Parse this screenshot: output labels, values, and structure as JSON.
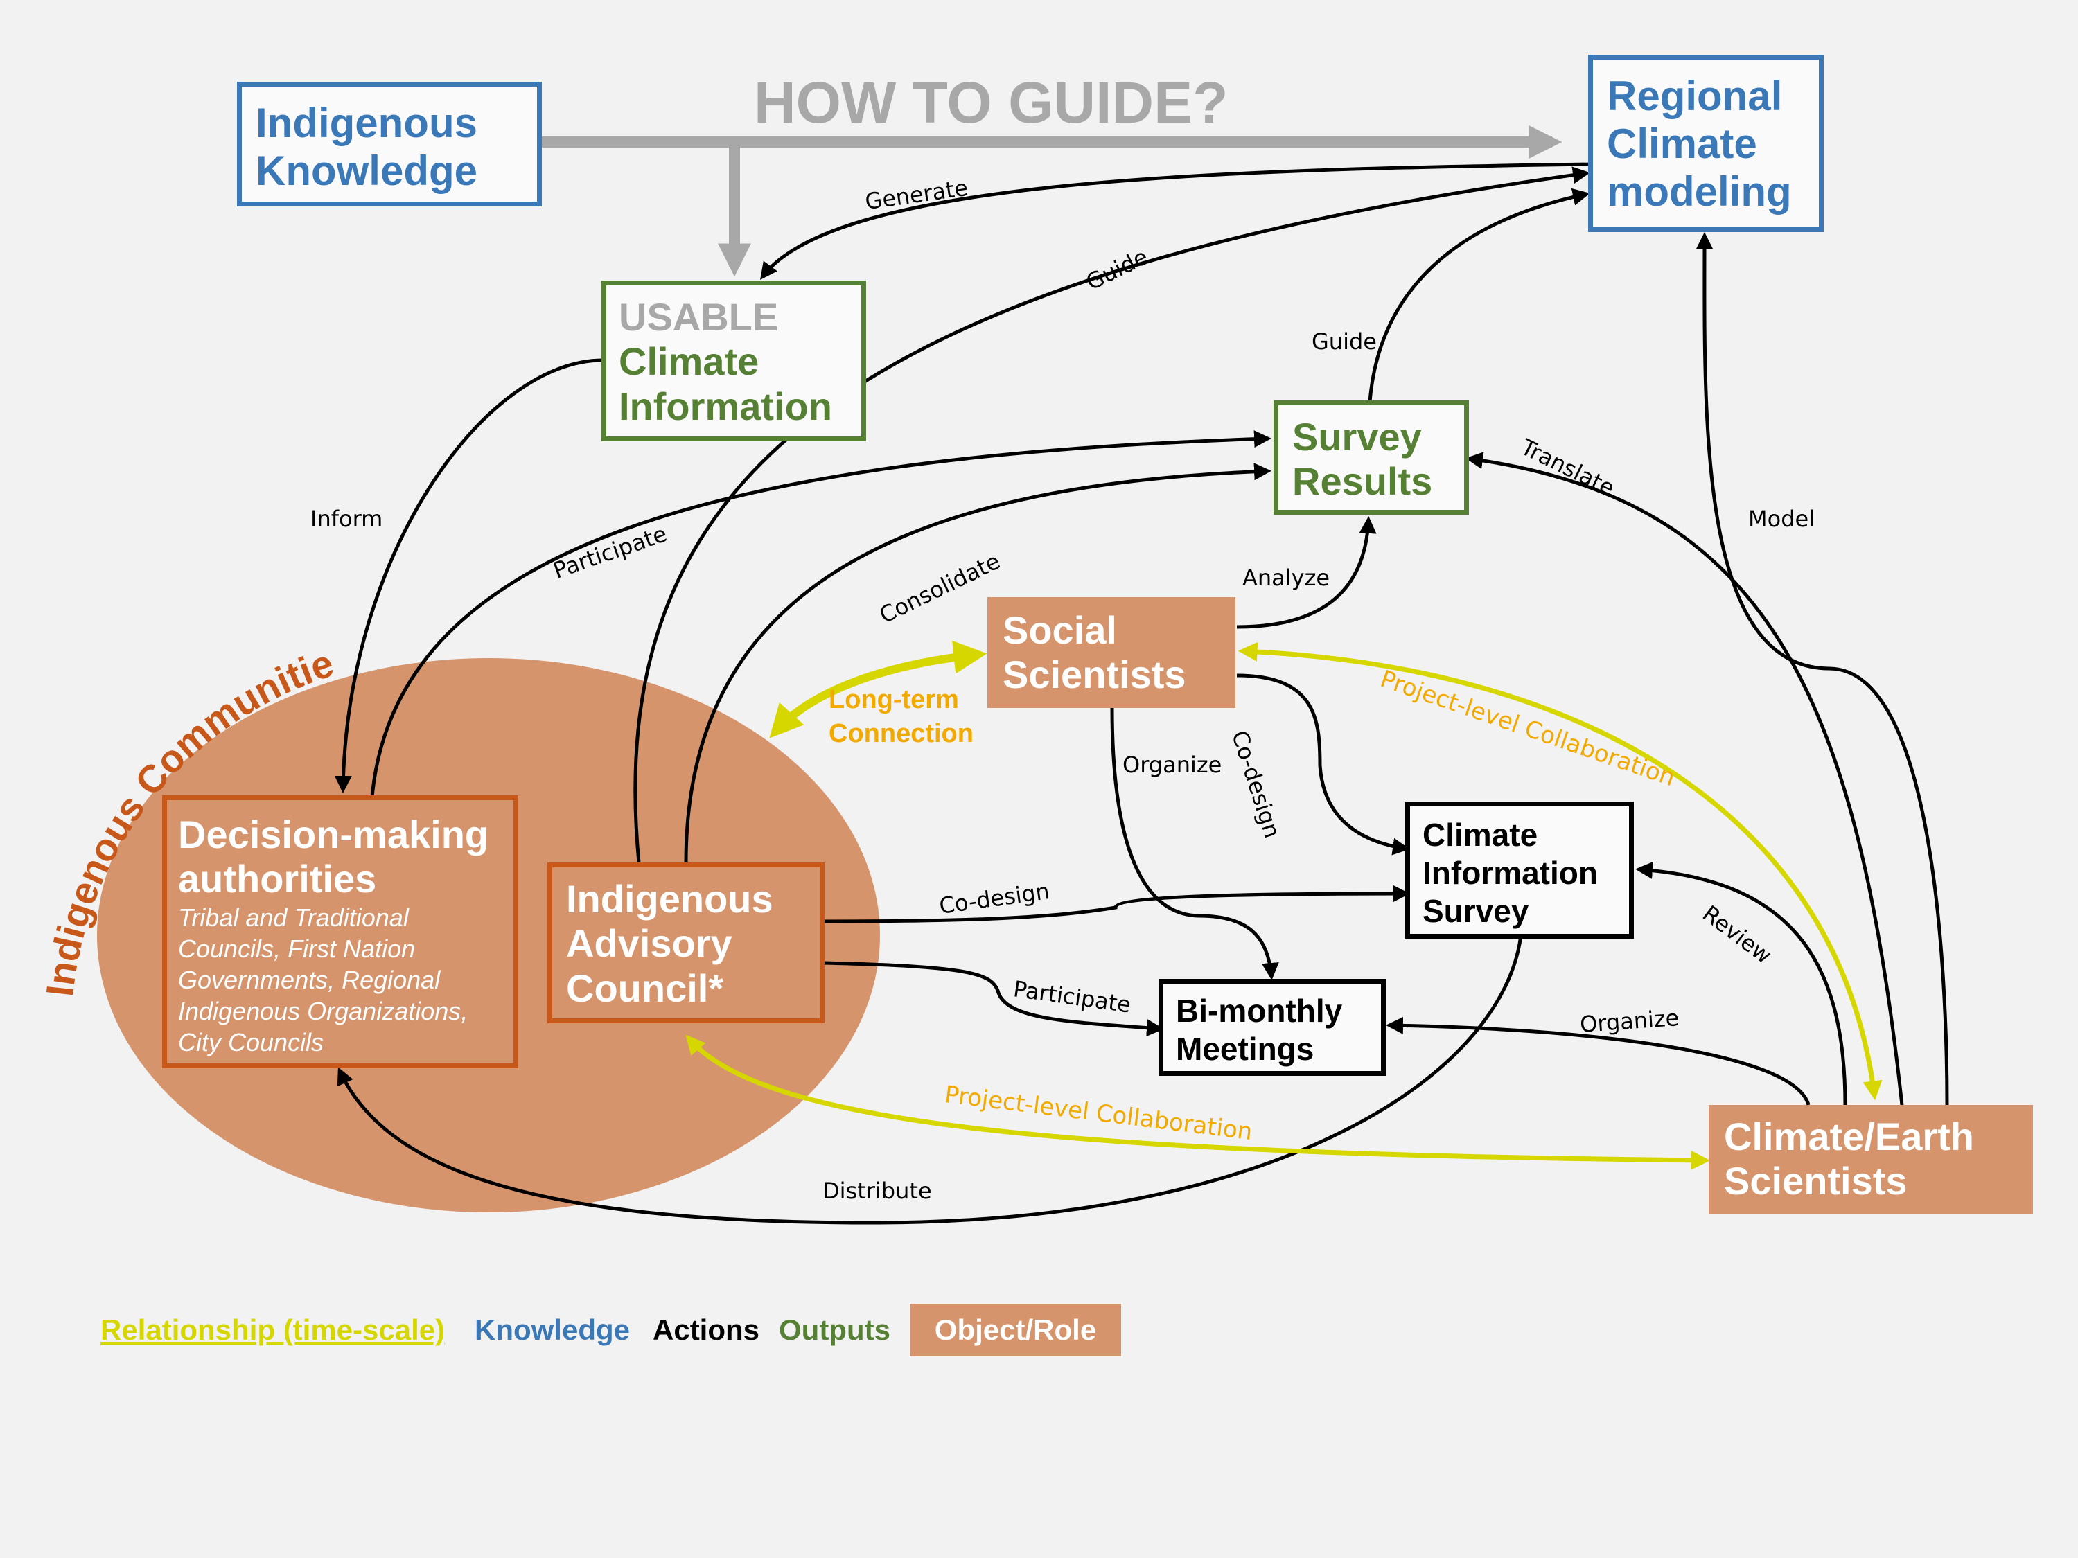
{
  "colors": {
    "knowledge": "#3a78b8",
    "outputs": "#568134",
    "actions": "#000000",
    "object_role": "#d5946b",
    "relationship": "#d6d600",
    "relationship_label": "#f2a900",
    "community": "#c7581a",
    "guide_arrow": "#a8a8a8"
  },
  "title": "HOW TO GUIDE?",
  "community_label": "Indigenous Communities",
  "nodes": {
    "indigenous_knowledge": [
      "Indigenous",
      "Knowledge"
    ],
    "regional_climate_modeling": [
      "Regional",
      "Climate",
      "modeling"
    ],
    "usable_climate_information": {
      "prefix": "USABLE",
      "lines": [
        "Climate",
        "Information"
      ]
    },
    "survey_results": [
      "Survey",
      "Results"
    ],
    "social_scientists": [
      "Social",
      "Scientists"
    ],
    "decision_making": {
      "lines": [
        "Decision-making",
        "authorities"
      ],
      "details": [
        "Tribal and Traditional",
        "Councils, First Nation",
        "Governments, Regional",
        "Indigenous Organizations,",
        "City Councils"
      ]
    },
    "indigenous_advisory_council": [
      "Indigenous",
      "Advisory",
      "Council*"
    ],
    "climate_information_survey": [
      "Climate",
      "Information",
      "Survey"
    ],
    "bimonthly_meetings": [
      "Bi-monthly",
      "Meetings"
    ],
    "climate_earth_scientists": [
      "Climate/Earth",
      "Scientists"
    ]
  },
  "edge_labels": {
    "generate": "Generate",
    "guide_top": "Guide",
    "guide_survey": "Guide",
    "inform": "Inform",
    "participate_survey": "Participate",
    "consolidate": "Consolidate",
    "translate": "Translate",
    "model": "Model",
    "analyze": "Analyze",
    "organize_meetings": "Organize",
    "codesign_social": "Co-design",
    "codesign_council": "Co-design",
    "participate_meetings": "Participate",
    "review": "Review",
    "organize_climate": "Organize",
    "distribute": "Distribute"
  },
  "relationship_labels": {
    "long_term": [
      "Long-term",
      "Connection"
    ],
    "project_social": "Project-level Collaboration",
    "project_council": "Project-level Collaboration"
  },
  "legend": {
    "relationship": "Relationship (time-scale)",
    "knowledge": "Knowledge",
    "actions": "Actions",
    "outputs": "Outputs",
    "object_role": "Object/Role"
  }
}
